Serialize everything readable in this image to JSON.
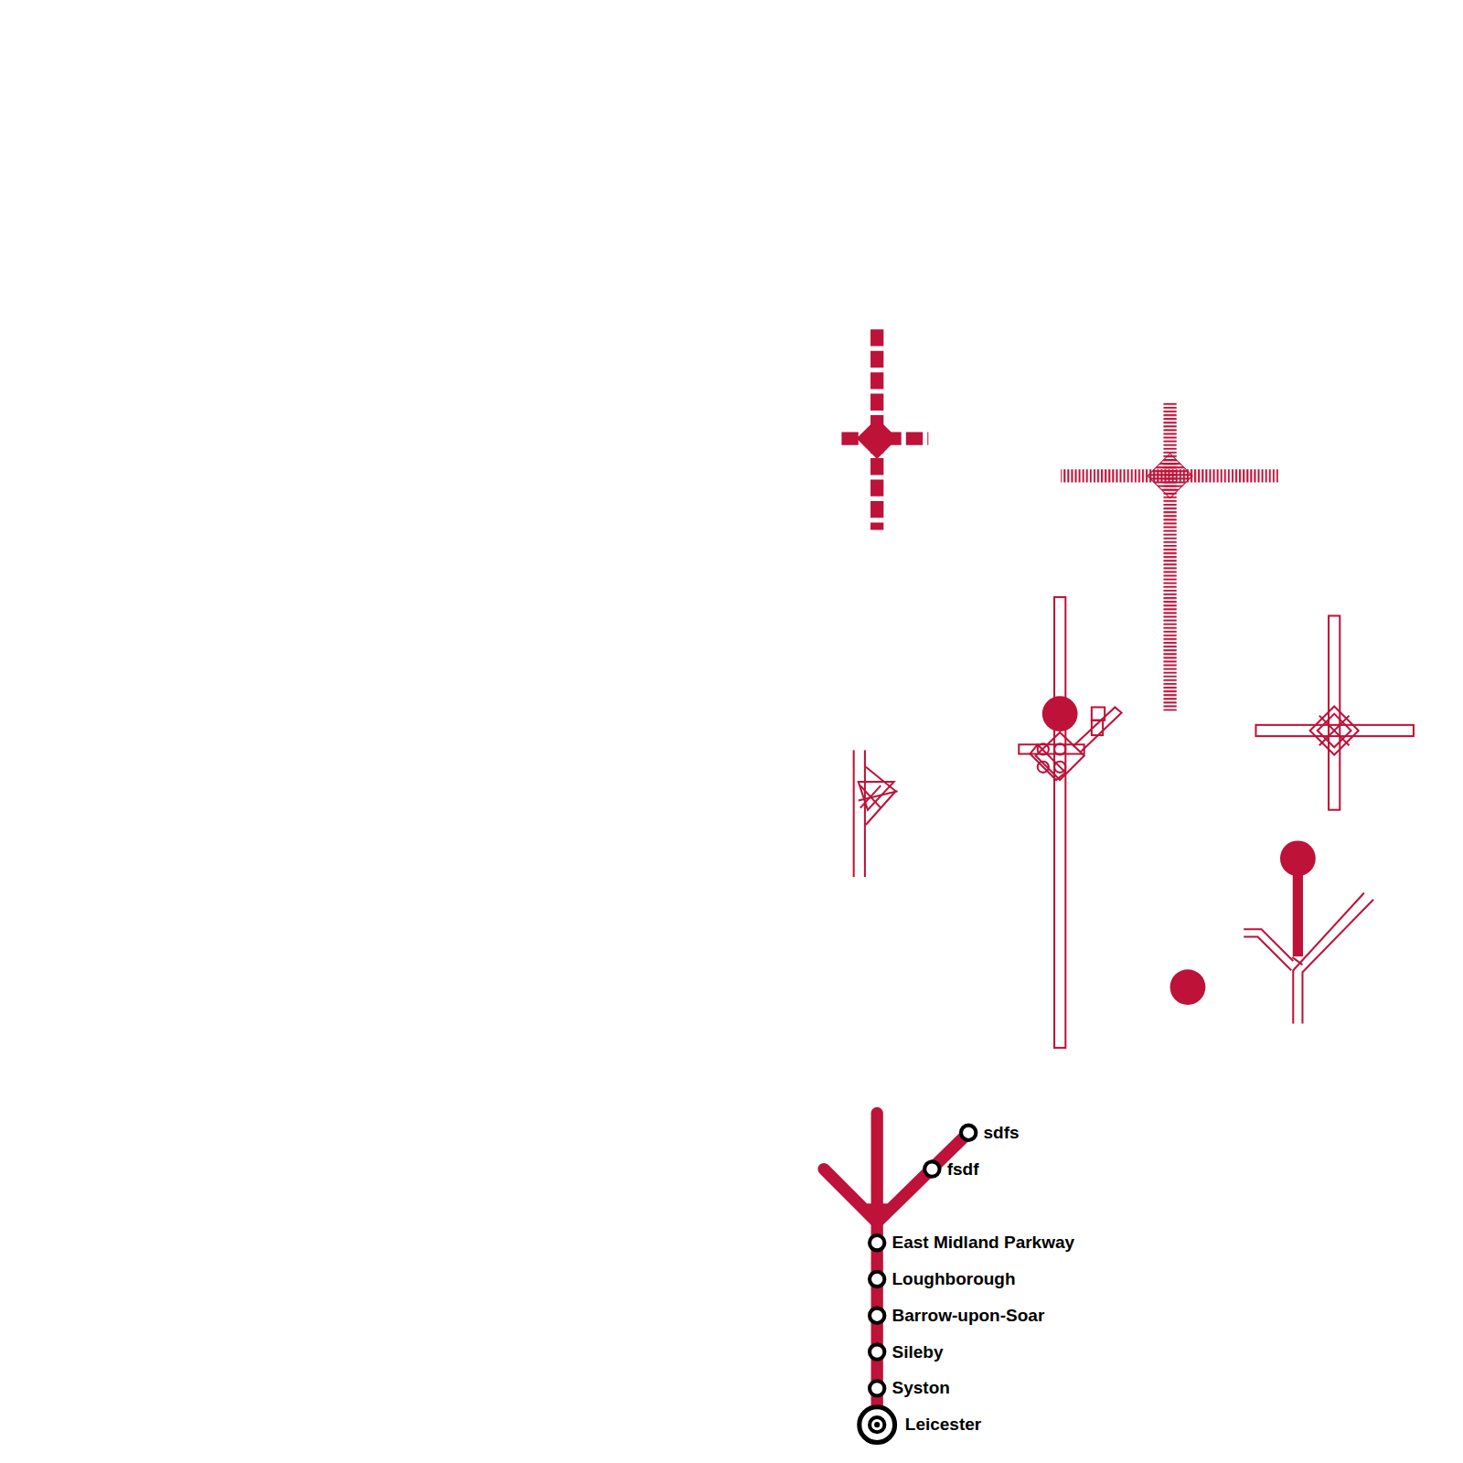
{
  "diagram": {
    "labels": [
      "sdfs",
      "fsdf",
      "East Midland Parkway",
      "Loughborough",
      "Barrow-upon-Soar",
      "Sileby",
      "Syston",
      "Leicester"
    ]
  }
}
